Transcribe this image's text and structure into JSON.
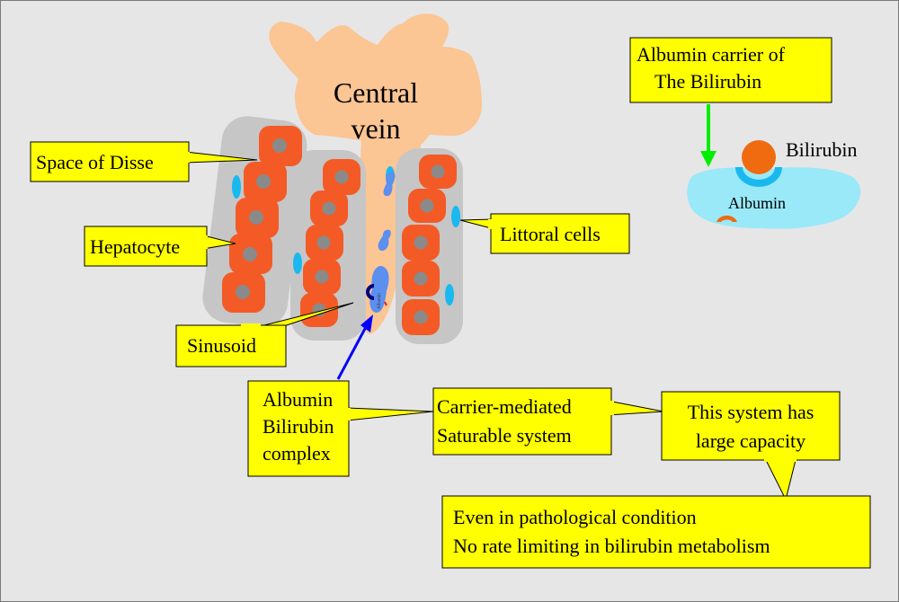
{
  "title": {
    "line1": "Central",
    "line2": "vein"
  },
  "labels": {
    "space_of_disse": "Space of Disse",
    "hepatocyte": "Hepatocyte",
    "sinusoid": "Sinusoid",
    "littoral_cells": "Littoral cells",
    "complex": {
      "line1": "Albumin",
      "line2": "Bilirubin",
      "line3": "complex"
    },
    "carrier": {
      "line1": "Carrier-mediated",
      "line2": "Saturable system"
    },
    "capacity": {
      "line1": "This system has",
      "line2": "large capacity"
    },
    "pathological": {
      "line1": "Even in pathological condition",
      "line2": "No rate limiting in bilirubin metabolism"
    },
    "albumin_carrier": {
      "line1": "Albumin carrier of",
      "line2": "The Bilirubin"
    },
    "bilirubin": "Bilirubin",
    "albumin": "Albumin",
    "albumin_tiny": "Albumin"
  },
  "colors": {
    "background": "#e6e6e6",
    "callout": "#ffff00",
    "vein": "#fbc594",
    "hepatocyte": "#f45a26",
    "nucleus": "#8a8a8a",
    "cord": "#c6c6c6",
    "littoral": "#19b9f0",
    "albumin_blob": "#5b8ff0",
    "bilirubin": "#f06a10",
    "albumin_pool": "#99e9f8",
    "arrow_blue": "#0000ff",
    "arrow_green": "#00ee00"
  }
}
